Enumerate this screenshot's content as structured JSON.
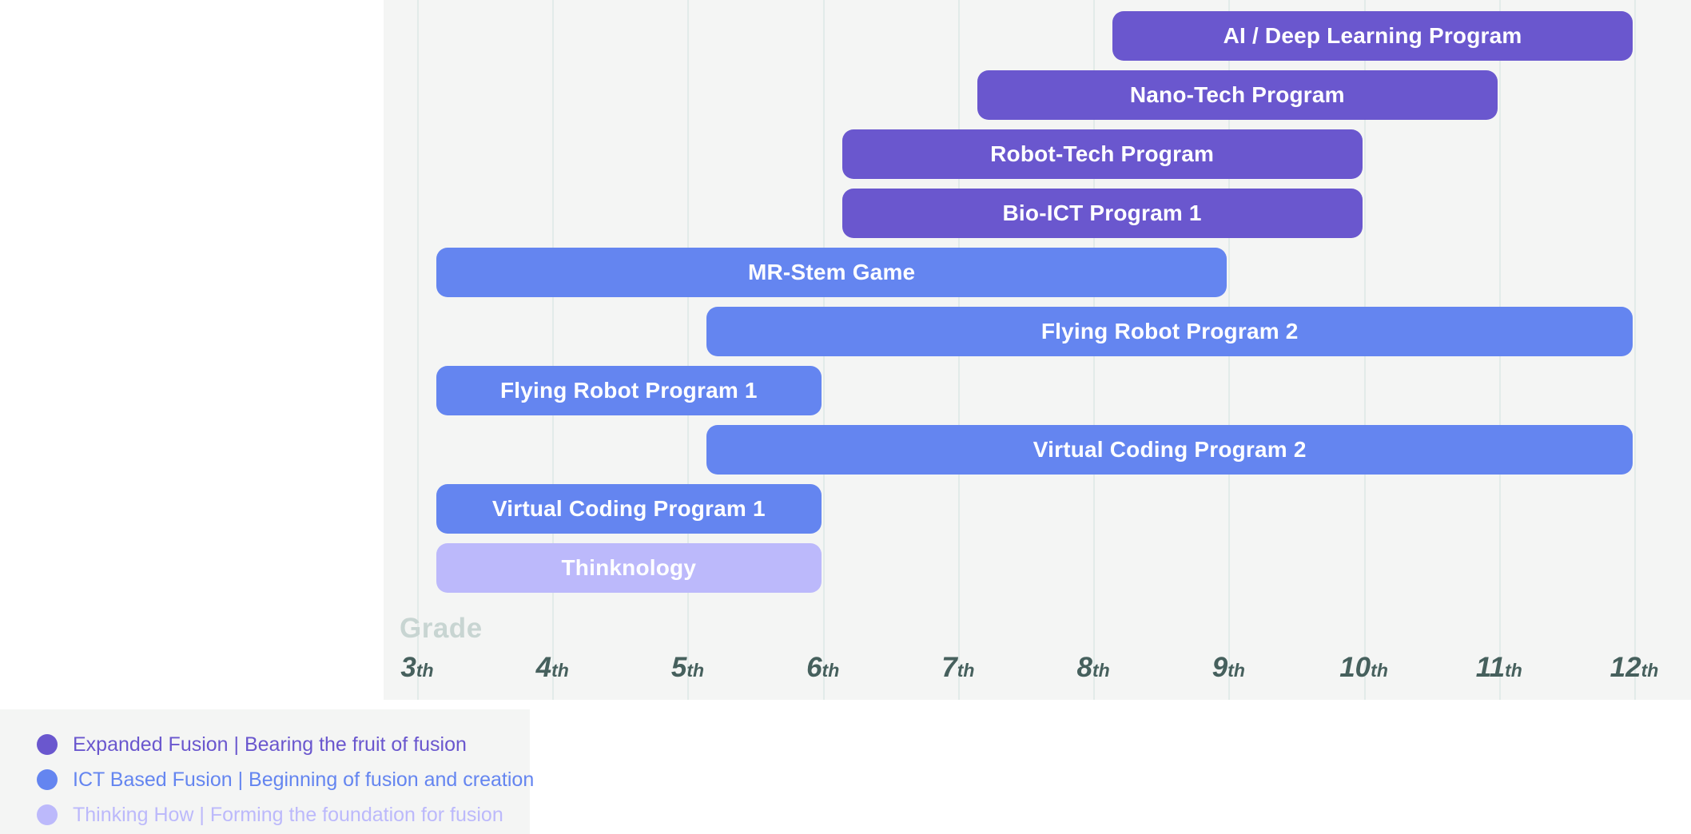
{
  "chart_data": {
    "type": "bar",
    "title": "",
    "xlabel": "Grade",
    "ylabel": "",
    "orientation": "horizontal",
    "grid": true,
    "xlim": [
      3,
      12
    ],
    "x_ticks": [
      {
        "num": "3",
        "suffix": "th"
      },
      {
        "num": "4",
        "suffix": "th"
      },
      {
        "num": "5",
        "suffix": "th"
      },
      {
        "num": "6",
        "suffix": "th"
      },
      {
        "num": "7",
        "suffix": "th"
      },
      {
        "num": "8",
        "suffix": "th"
      },
      {
        "num": "9",
        "suffix": "th"
      },
      {
        "num": "10",
        "suffix": "th"
      },
      {
        "num": "11",
        "suffix": "th"
      },
      {
        "num": "12",
        "suffix": "th"
      }
    ],
    "bars": [
      {
        "label": "AI / Deep Learning Program",
        "start": 8,
        "end": 12,
        "level": "expanded"
      },
      {
        "label": "Nano-Tech Program",
        "start": 7,
        "end": 11,
        "level": "expanded"
      },
      {
        "label": "Robot-Tech Program",
        "start": 6,
        "end": 10,
        "level": "expanded"
      },
      {
        "label": "Bio-ICT Program 1",
        "start": 6,
        "end": 10,
        "level": "expanded"
      },
      {
        "label": "MR-Stem Game",
        "start": 3,
        "end": 9,
        "level": "ict"
      },
      {
        "label": "Flying Robot Program 2",
        "start": 5,
        "end": 12,
        "level": "ict"
      },
      {
        "label": "Flying Robot Program 1",
        "start": 3,
        "end": 6,
        "level": "ict"
      },
      {
        "label": "Virtual Coding Program 2",
        "start": 5,
        "end": 12,
        "level": "ict"
      },
      {
        "label": "Virtual Coding Program 1",
        "start": 3,
        "end": 6,
        "level": "ict"
      },
      {
        "label": "Thinknology",
        "start": 3,
        "end": 6,
        "level": "thinking"
      }
    ],
    "legend_position": "bottom-left",
    "legend": [
      {
        "key": "expanded",
        "label": "Expanded Fusion | Bearing the fruit of fusion",
        "color": "#6a57ce"
      },
      {
        "key": "ict",
        "label": "ICT Based Fusion | Beginning of fusion and creation",
        "color": "#6485f0"
      },
      {
        "key": "thinking",
        "label": "Thinking How | Forming the foundation for fusion",
        "color": "#bcb9fb"
      }
    ]
  },
  "colors": {
    "panel_bg": "#f4f5f4",
    "gridline": "#e2ebe9",
    "axis_title": "#c8d5d2",
    "tick_text": "#46605d",
    "expanded_fusion": "#6a57ce",
    "ict_based_fusion": "#6485f0",
    "thinking_how": "#bcb9fb"
  }
}
